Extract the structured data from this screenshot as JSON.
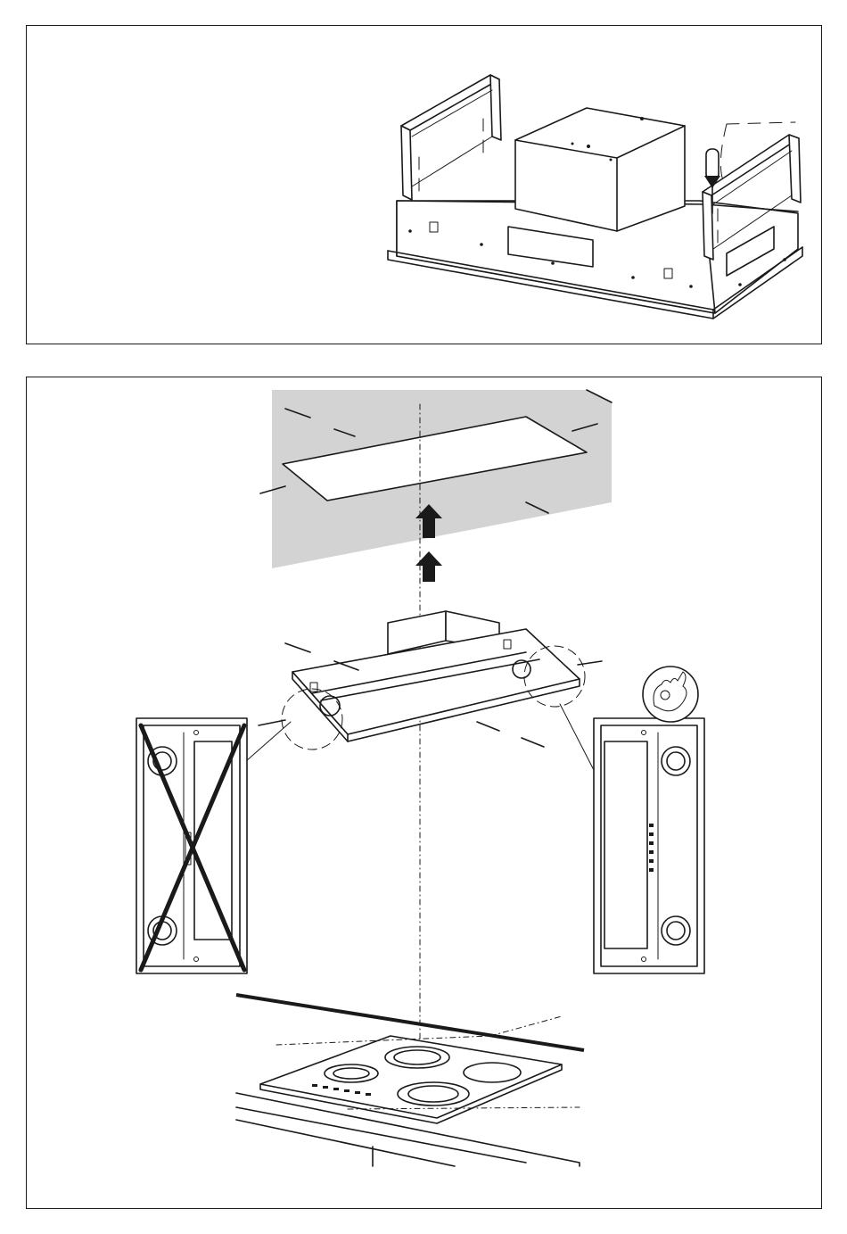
{
  "colors": {
    "line": "#1a1a1a",
    "ceiling": "#d3d3d3",
    "background": "#ffffff"
  },
  "icons": {
    "screwdriver": "screwdriver-icon",
    "ok_hand": "ok-hand-icon",
    "arrow_up": "arrow-up-icon",
    "cross": "cross-icon"
  },
  "top_panel": {
    "step": "fix-brackets-with-screws"
  },
  "bottom_panel": {
    "step": "insert-hood-into-ceiling-cutout",
    "wrong_orientation": "controls-and-filters-incorrect",
    "correct_orientation": "controls-and-filters-correct"
  }
}
